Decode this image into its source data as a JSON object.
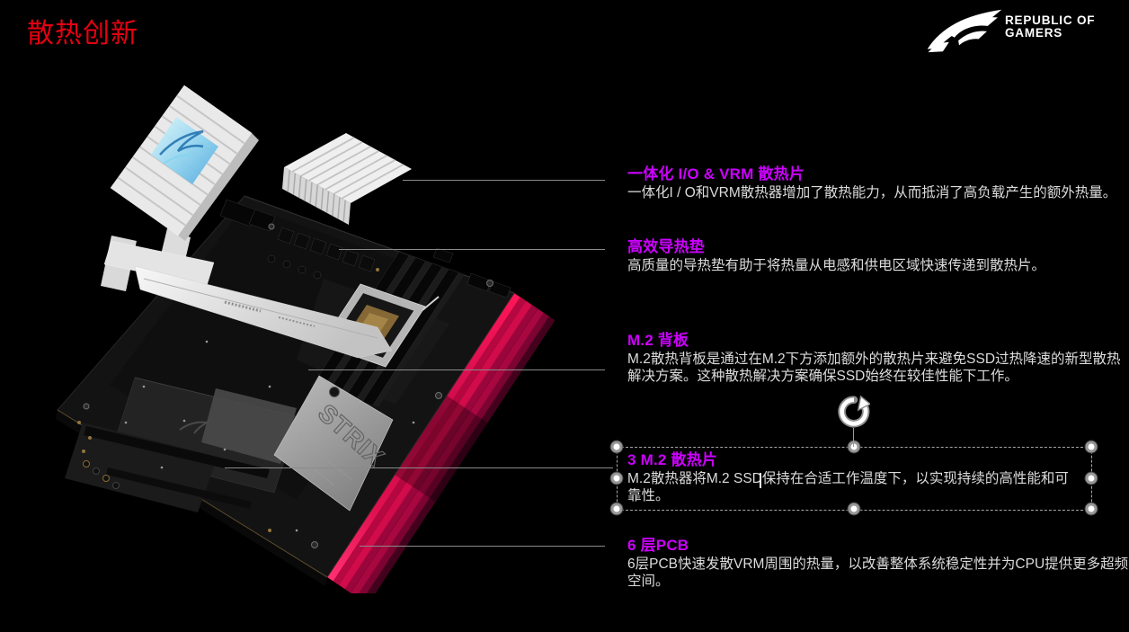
{
  "page": {
    "title": "散热创新",
    "background": "#000000",
    "title_color": "#e60012"
  },
  "brand": {
    "logo_icon": "rog-eye-icon",
    "line1": "REPUBLIC OF",
    "line2": "GAMERS"
  },
  "colors": {
    "accent_magenta": "#cc00ff",
    "body_text": "#dcdcdc",
    "callout_line": "#8a8a8a",
    "pcb_glow_pink": "#e8104f"
  },
  "board": {
    "label": "STRIX"
  },
  "callouts": [
    {
      "title": "一体化 I/O & VRM 散热片",
      "body": "一体化I / O和VRM散热器增加了散热能力，从而抵消了高负载产生的额外热量。"
    },
    {
      "title": "高效导热垫",
      "body": "高质量的导热垫有助于将热量从电感和供电区域快速传递到散热片。"
    },
    {
      "title": "M.2 背板",
      "body": "M.2散热背板是通过在M.2下方添加额外的散热片来避免SSD过热降速的新型散热解决方案。这种散热解决方案确保SSD始终在较佳性能下工作。"
    },
    {
      "title": "3 M.2 散热片",
      "body": "M.2散热器将M.2 SSD保持在合适工作温度下，以实现持续的高性能和可靠性。"
    },
    {
      "title": "6 层PCB",
      "body": "6层PCB快速发散VRM周围的热量，以改善整体系统稳定性并为CPU提供更多超频空间。"
    }
  ],
  "selection": {
    "rotate_icon": "rotate-handle",
    "handles": 8
  }
}
